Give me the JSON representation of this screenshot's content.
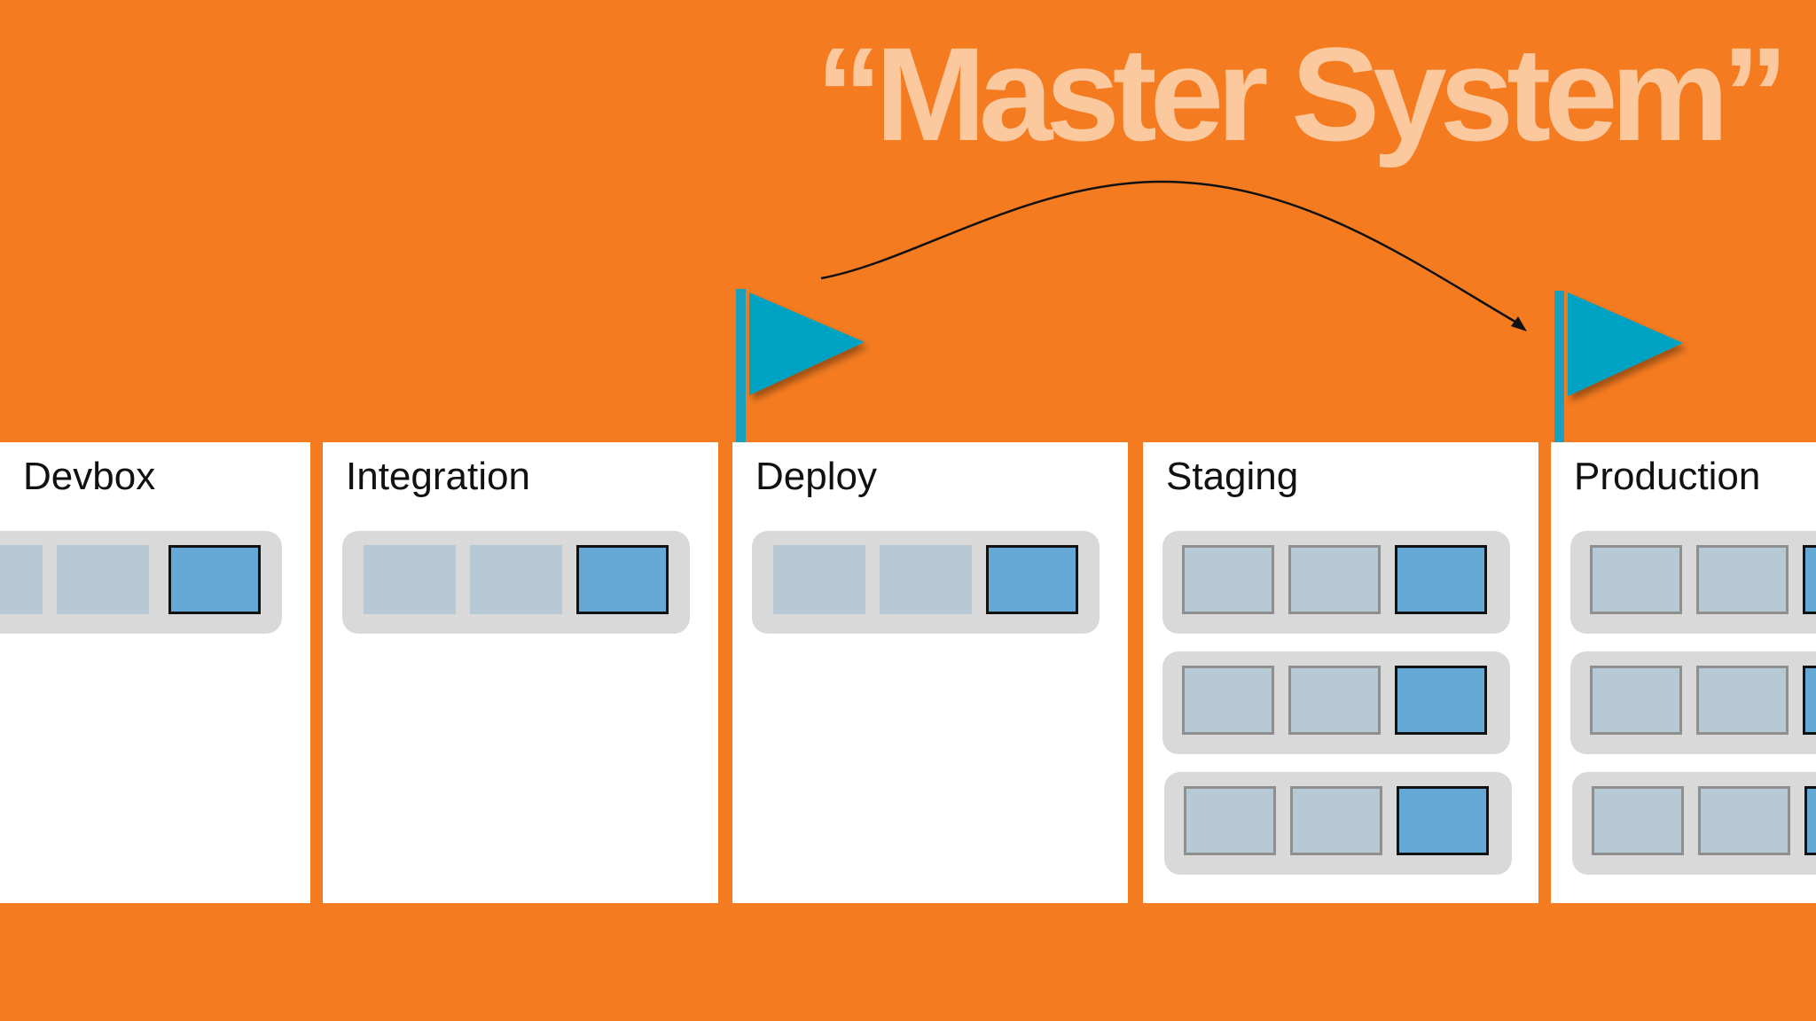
{
  "title": "“Master System”",
  "stages": [
    {
      "label": "Devbox"
    },
    {
      "label": "Integration"
    },
    {
      "label": "Deploy"
    },
    {
      "label": "Staging"
    },
    {
      "label": "Production"
    }
  ],
  "colors": {
    "background": "#f47b20",
    "title": "#fcc99f",
    "panel": "#ffffff",
    "tray": "#d9d9d9",
    "box_light": "#b6c9d4",
    "box_current": "#64a8d6",
    "flag": "#00a2c4",
    "pole": "#1aa0be"
  },
  "icons": [
    "flag-icon",
    "curved-arrow-icon"
  ]
}
